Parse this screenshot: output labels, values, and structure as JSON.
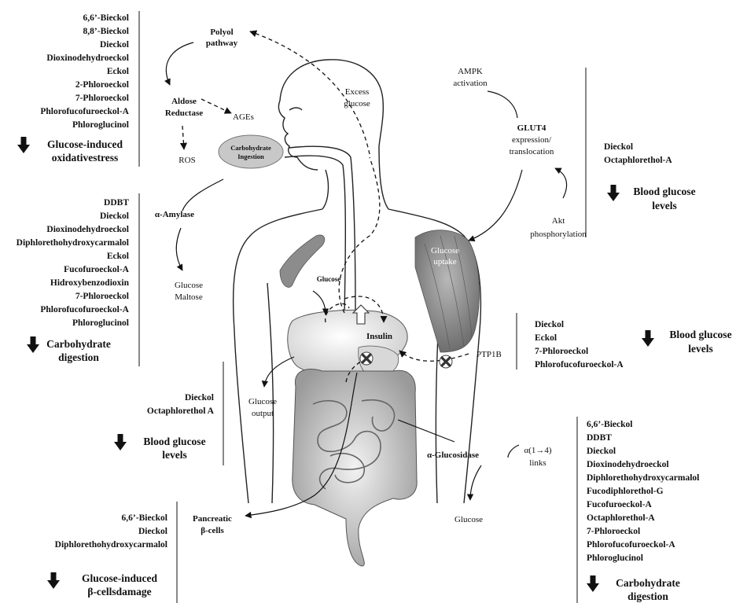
{
  "oxidative": {
    "compounds": [
      "6,6’-Bieckol",
      "8,8’-Bieckol",
      "Dieckol",
      "Dioxinodehydroeckol",
      "Eckol",
      "2-Phloroeckol",
      "7-Phloroeckol",
      "Phlorofucofuroeckol-A",
      "Phloroglucinol"
    ],
    "effect": [
      "Glucose-induced",
      "oxidativestress"
    ]
  },
  "carb_left": {
    "compounds": [
      "DDBT",
      "Dieckol",
      "Dioxinodehydroeckol",
      "Diphlorethohydroxycarmalol",
      "Eckol",
      "Fucofuroeckol-A",
      "Hidroxybenzodioxin",
      "7-Phloroeckol",
      "Phlorofucofuroeckol-A",
      "Phloroglucinol"
    ],
    "effect": [
      "Carbohydrate",
      "digestion"
    ]
  },
  "liver": {
    "compounds": [
      "Dieckol",
      "Octaphlorethol A"
    ],
    "effect": [
      "Blood glucose",
      "levels"
    ]
  },
  "beta_cells": {
    "compounds": [
      "6,6’-Bieckol",
      "Dieckol",
      "Diphlorethohydroxycarmalol"
    ],
    "effect": [
      "Glucose-induced",
      "β-cellsdamage"
    ]
  },
  "glut4": {
    "compounds": [
      "Dieckol",
      "Octaphlorethol-A"
    ],
    "effect": [
      "Blood glucose",
      "levels"
    ]
  },
  "ptp1b": {
    "compounds": [
      "Dieckol",
      "Eckol",
      "7-Phloroeckol",
      "Phlorofucofuroeckol-A"
    ],
    "effect": [
      "Blood glucose",
      "levels"
    ]
  },
  "glucosidase": {
    "compounds": [
      "6,6’-Bieckol",
      "DDBT",
      "Dieckol",
      "Dioxinodehydroeckol",
      "Diphlorethohydroxycarmalol",
      "Fucodiphlorethol-G",
      "Fucofuroeckol-A",
      "Octaphlorethol-A",
      "7-Phloroeckol",
      "Phlorofucofuroeckol-A",
      "Phloroglucinol"
    ],
    "effect": [
      "Carbohydrate",
      "digestion"
    ]
  },
  "labels": {
    "polyol": [
      "Polyol",
      "pathway"
    ],
    "aldose": [
      "Aldose",
      "Reductase"
    ],
    "ages": "AGEs",
    "ros": "ROS",
    "excess": [
      "Excess",
      "glucose"
    ],
    "carb_ingestion": [
      "Carbohydrate",
      "Ingestion"
    ],
    "amylase": "α-Amylase",
    "glucose_maltose": [
      "Glucose",
      "Maltose"
    ],
    "glucose_small": "Glucose",
    "insulin": "Insulin",
    "ptp1b": "PTP1B",
    "glucose_output": [
      "Glucose",
      "output"
    ],
    "pancreatic": [
      "Pancreatic",
      "β-cells"
    ],
    "alpha_glucosidase": "α-Glucosidase",
    "alpha_links": [
      "α(1→4)",
      "links"
    ],
    "glucose_bottom": "Glucose",
    "ampk": [
      "AMPK",
      "activation"
    ],
    "glut4": [
      "GLUT4",
      "expression/",
      "translocation"
    ],
    "akt": [
      "Akt",
      "phosphorylation"
    ],
    "glucose_uptake": [
      "Glucose",
      "uptake"
    ]
  }
}
